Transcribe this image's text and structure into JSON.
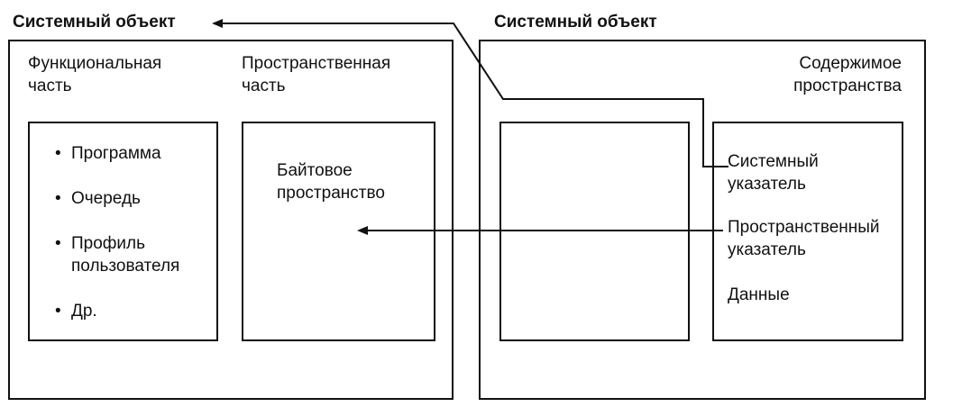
{
  "left_object": {
    "title": "Системный объект",
    "functional_part_label": "Функциональная часть",
    "spatial_part_label": "Пространственная часть",
    "functional_items": [
      "Программа",
      "Очередь",
      "Профиль пользователя",
      "Др."
    ],
    "byte_space_label": "Байтовое пространство"
  },
  "right_object": {
    "title": "Системный объект",
    "space_contents_label": "Содержимое пространства",
    "system_pointer_label": "Системный указатель",
    "space_pointer_label": "Пространственный указатель",
    "data_label": "Данные"
  },
  "colors": {
    "line": "#111111",
    "background": "#ffffff"
  }
}
